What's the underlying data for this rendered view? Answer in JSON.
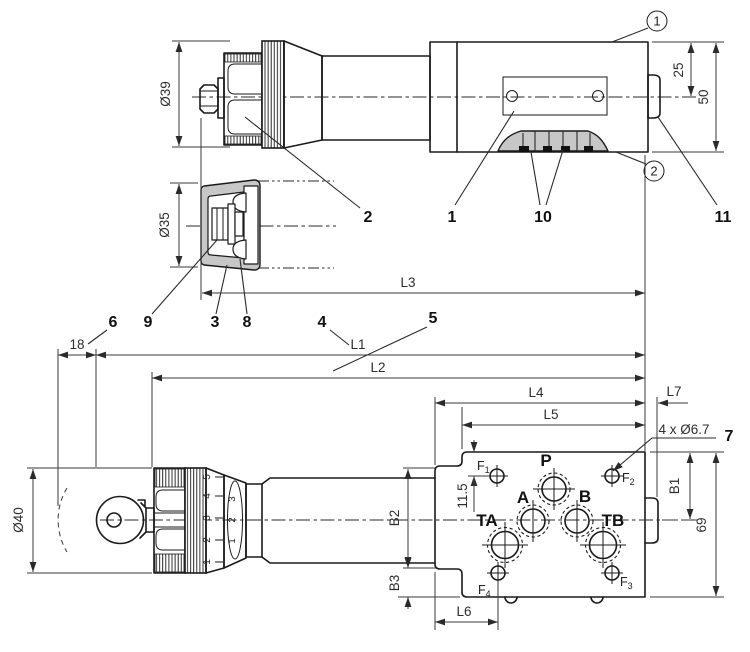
{
  "dims": {
    "dia39": "Ø39",
    "dia35": "Ø35",
    "dia40": "Ø40",
    "h25": "25",
    "h50": "50",
    "w18": "18",
    "h11_5": "11.5",
    "h69": "69",
    "b1": "B1",
    "b2": "B2",
    "b3": "B3",
    "l1": "L1",
    "l2": "L2",
    "l3": "L3",
    "l4": "L4",
    "l5": "L5",
    "l6": "L6",
    "l7": "L7",
    "mounting_holes": "4 x Ø6.7"
  },
  "callouts": {
    "c1": "1",
    "c2": "2",
    "c3": "3",
    "c4": "4",
    "c5": "5",
    "c6": "6",
    "c7": "7",
    "c8": "8",
    "c9": "9",
    "c10": "10",
    "c11": "11",
    "balloon_1": "1",
    "balloon_2": "2"
  },
  "ports": {
    "p": "P",
    "a": "A",
    "b": "B",
    "ta": "TA",
    "tb": "TB",
    "f": "F",
    "f1_sub": "1",
    "f2_sub": "2",
    "f3_sub": "3",
    "f4_sub": "4"
  },
  "knob_scale": {
    "ticks": [
      "5",
      "4",
      "3",
      "2",
      "1"
    ],
    "window": [
      "3",
      "2",
      "1"
    ]
  }
}
